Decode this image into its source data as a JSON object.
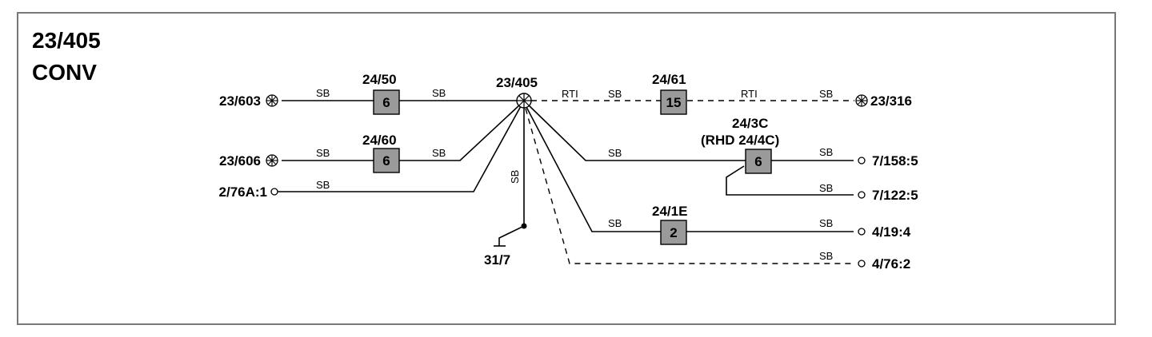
{
  "diagram": {
    "title_lines": [
      "23/405",
      "CONV"
    ],
    "hub": {
      "label": "23/405"
    },
    "left_connectors": {
      "c603": "23/603",
      "c606": "23/606",
      "c76a": "2/76A:1"
    },
    "right_connectors": {
      "c316": "23/316",
      "c158": "7/158:5",
      "c122": "7/122:5",
      "c194": "4/19:4",
      "c762": "4/76:2"
    },
    "ground": {
      "label": "31/7"
    },
    "fuses": {
      "f2450": {
        "label": "24/50",
        "number": "6"
      },
      "f2460": {
        "label": "24/60",
        "number": "6"
      },
      "f2461": {
        "label": "24/61",
        "number": "15"
      },
      "f243c": {
        "label": "24/3C",
        "sublabel": "(RHD 24/4C)",
        "number": "6"
      },
      "f241e": {
        "label": "24/1E",
        "number": "2"
      }
    },
    "wire_colors": {
      "sb": "SB",
      "rti": "RTI"
    }
  }
}
